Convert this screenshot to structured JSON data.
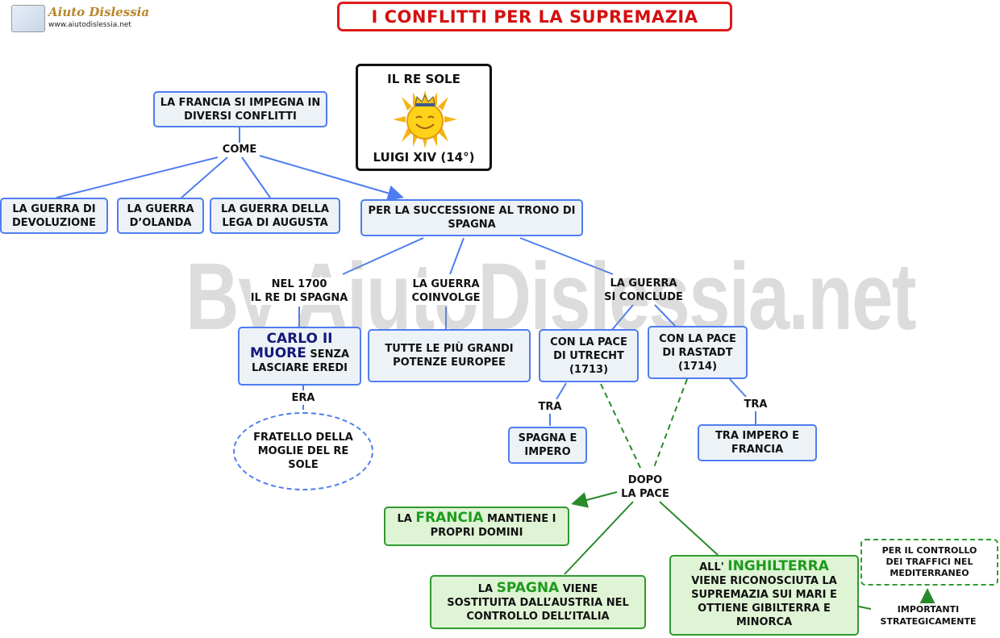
{
  "header": {
    "logo_text": "Aiuto Dislessia",
    "logo_url": "www.aiutodislessia.net",
    "title": "I CONFLITTI  PER LA SUPREMAZIA"
  },
  "watermark": "By AiutoDislessia.net",
  "re_sole": {
    "top": "IL RE SOLE",
    "bottom": "LUIGI XIV (14°)"
  },
  "nodes": {
    "francia_conflitti": "LA FRANCIA SI IMPEGNA IN DIVERSI CONFLITTI",
    "come": "COME",
    "devoluzione": "LA GUERRA DI DEVOLUZIONE",
    "olanda": "LA GUERRA D’OLANDA",
    "augusta": "LA GUERRA DELLA LEGA DI AUGUSTA",
    "successione": "PER LA SUCCESSIONE AL TRONO DI SPAGNA",
    "nel1700": "NEL 1700\nIL RE DI SPAGNA",
    "coinvolge": "LA GUERRA\nCOINVOLGE",
    "conclude": "LA GUERRA\nSI CONCLUDE",
    "carlo_big": "CARLO II MUORE",
    "carlo_rest": "SENZA LASCIARE EREDI",
    "potenze": "TUTTE LE PIÙ GRANDI POTENZE EUROPEE",
    "utrecht": "CON LA PACE DI UTRECHT (1713)",
    "rastadt": "CON LA PACE DI RASTADT (1714)",
    "era": "ERA",
    "fratello": "FRATELLO DELLA MOGLIE DEL RE SOLE",
    "tra1": "TRA",
    "tra2": "TRA",
    "spagna_impero": "SPAGNA E IMPERO",
    "impero_francia": "TRA IMPERO E FRANCIA",
    "dopo_pace": "DOPO\nLA PACE",
    "francia_pre": "LA",
    "francia_big": "FRANCIA",
    "francia_post": "MANTIENE I PROPRI DOMINI",
    "spagna_pre": "LA",
    "spagna_big": "SPAGNA",
    "spagna_post": "VIENE SOSTITUITA DALL’AUSTRIA NEL CONTROLLO DELL’ITALIA",
    "ingh_pre": "ALL'",
    "ingh_big": "INGHILTERRA",
    "ingh_post": "VIENE RICONOSCIUTA LA SUPREMAZIA SUI MARI E OTTIENE GIBILTERRA E MINORCA",
    "importanti": "IMPORTANTI\nSTRATEGICAMENTE",
    "controllo": "PER IL CONTROLLO DEI TRAFFICI NEL MEDITERRANEO"
  },
  "colors": {
    "blue": "#4f7df0",
    "green": "#2f9a2f",
    "red": "#e01a1a",
    "navy": "#14187a"
  }
}
